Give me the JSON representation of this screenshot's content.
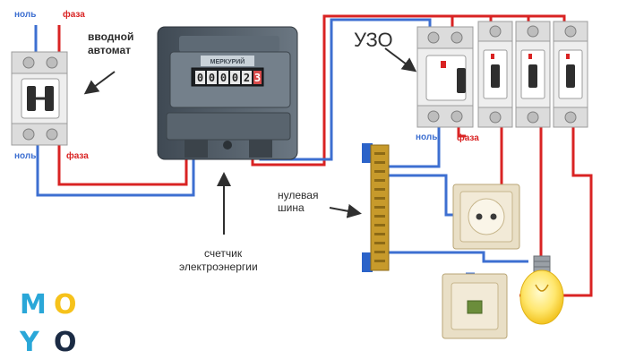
{
  "colors": {
    "neutral_wire": "#3d6fd1",
    "phase_wire": "#d92323",
    "device_body": "#f1f1f1",
    "meter_body": "#4f5b66",
    "socket_body": "#e7dcc3",
    "lamp": "#ffe46b",
    "logo_blue": "#2aa7d8",
    "logo_navy": "#1b2b44",
    "logo_yellow": "#f6c21b"
  },
  "labels": {
    "left_neutral_top": "ноль",
    "left_phase_top": "фаза",
    "left_neutral_bottom": "ноль",
    "left_phase_bottom": "фаза",
    "intro_breaker_line1": "вводной",
    "intro_breaker_line2": "автомат",
    "rcd": "УЗО",
    "rcd_neutral": "ноль",
    "rcd_phase": "фаза",
    "zero_bus_line1": "нулевая",
    "zero_bus_line2": "шина",
    "meter_line1": "счетчик",
    "meter_line2": "электроэнергии"
  },
  "meter": {
    "brand": "МЕРКУРИЙ",
    "digits": [
      "0",
      "0",
      "0",
      "0",
      "2",
      "3"
    ]
  },
  "logo": {
    "letters": [
      "M",
      "O",
      "Y",
      "O"
    ]
  },
  "icons": {
    "arrows": "arrow-icon",
    "lamp": "lightbulb-icon",
    "socket": "power-socket-icon",
    "switch": "light-switch-icon"
  }
}
